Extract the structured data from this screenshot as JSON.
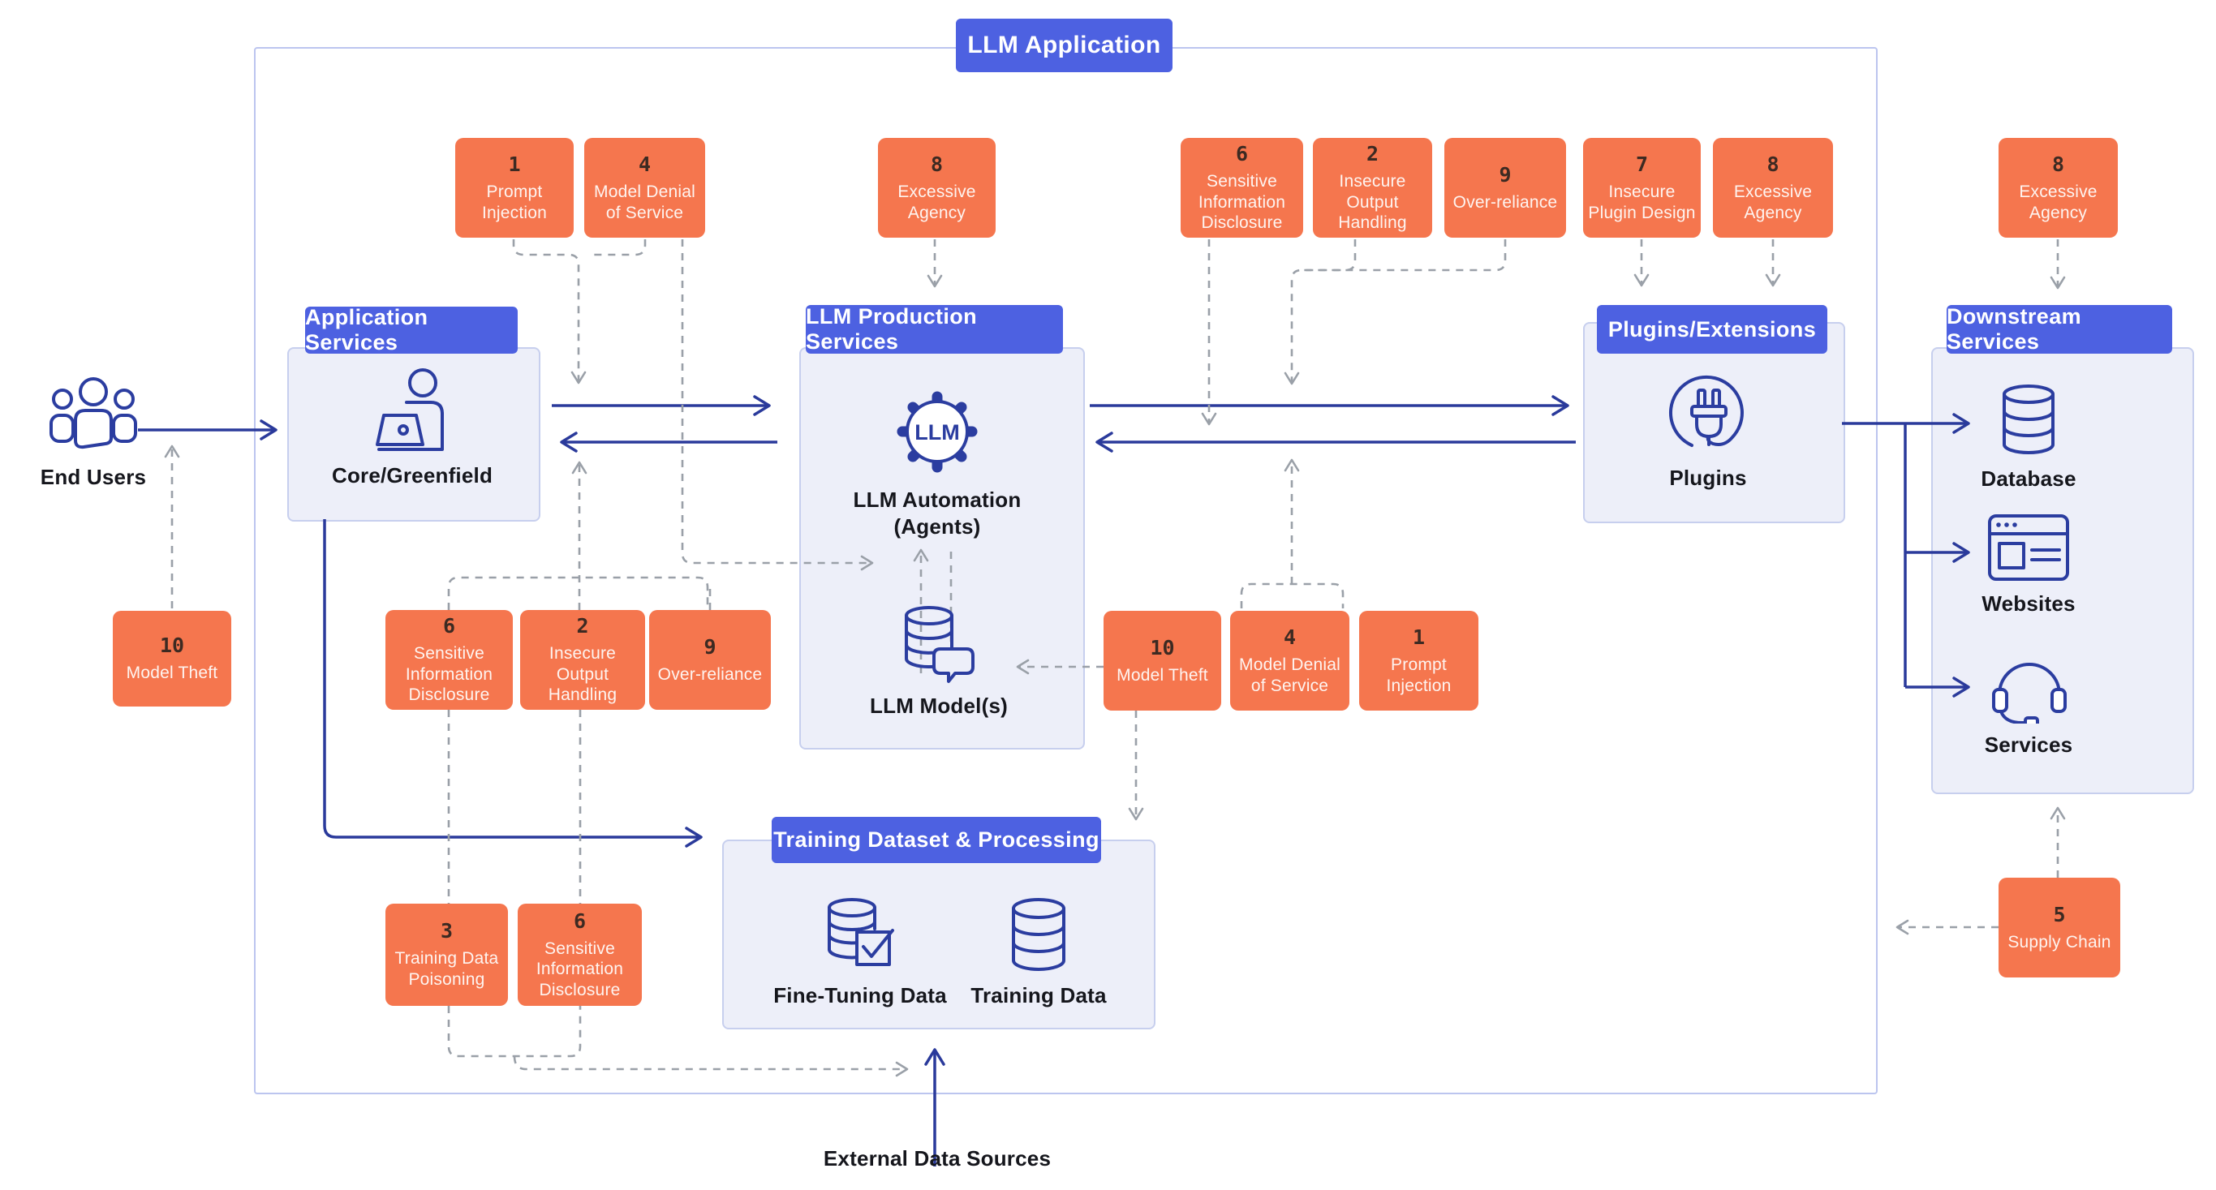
{
  "title": "LLM Application",
  "colors": {
    "accent_blue": "#4d61e1",
    "risk_orange": "#f5764e",
    "line_navy": "#2a3a9b",
    "dashed_gray": "#9aa0a8",
    "panel_bg": "#edeff9",
    "panel_border": "#c7cfee"
  },
  "actors": {
    "end_users": "End Users",
    "external_data_sources": "External Data Sources"
  },
  "panels": {
    "application_services": {
      "header": "Application Services",
      "node": "Core/Greenfield"
    },
    "llm_production_services": {
      "header": "LLM Production Services",
      "gear_label": "LLM",
      "automation": {
        "label": "LLM Automation",
        "sublabel": "(Agents)"
      },
      "models": "LLM Model(s)"
    },
    "plugins_extensions": {
      "header": "Plugins/Extensions",
      "node": "Plugins"
    },
    "training": {
      "header": "Training Dataset & Processing",
      "fine_tuning": "Fine-Tuning Data",
      "training_data": "Training Data"
    },
    "downstream_services": {
      "header": "Downstream Services",
      "database": "Database",
      "websites": "Websites",
      "services": "Services"
    }
  },
  "risks": [
    {
      "number": "1",
      "label": "Prompt Injection"
    },
    {
      "number": "4",
      "label": "Model Denial of Service"
    },
    {
      "number": "8",
      "label": "Excessive Agency"
    },
    {
      "number": "6",
      "label": "Sensitive Information Disclosure"
    },
    {
      "number": "2",
      "label": "Insecure Output Handling"
    },
    {
      "number": "9",
      "label": "Over-reliance"
    },
    {
      "number": "7",
      "label": "Insecure Plugin Design"
    },
    {
      "number": "8",
      "label": "Excessive Agency"
    },
    {
      "number": "8",
      "label": "Excessive Agency"
    },
    {
      "number": "10",
      "label": "Model Theft"
    },
    {
      "number": "10",
      "label": "Model Theft"
    },
    {
      "number": "4",
      "label": "Model Denial of Service"
    },
    {
      "number": "1",
      "label": "Prompt Injection"
    },
    {
      "number": "6",
      "label": "Sensitive Information Disclosure"
    },
    {
      "number": "2",
      "label": "Insecure Output Handling"
    },
    {
      "number": "9",
      "label": "Over-reliance"
    },
    {
      "number": "3",
      "label": "Training Data Poisoning"
    },
    {
      "number": "6",
      "label": "Sensitive Information Disclosure"
    },
    {
      "number": "5",
      "label": "Supply Chain"
    }
  ]
}
